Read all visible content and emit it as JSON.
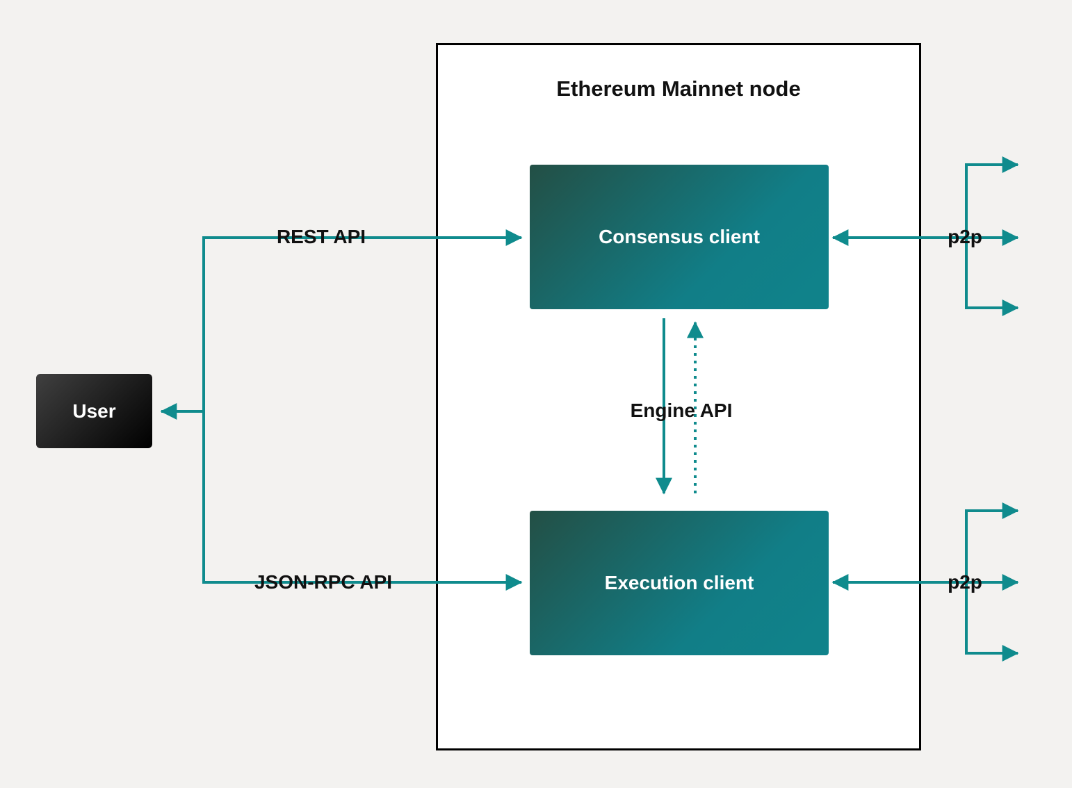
{
  "diagram": {
    "title": "Ethereum Mainnet node",
    "nodes": {
      "user": {
        "label": "User"
      },
      "consensus": {
        "label": "Consensus client"
      },
      "execution": {
        "label": "Execution client"
      }
    },
    "edges": {
      "rest_api": {
        "label": "REST API"
      },
      "json_rpc_api": {
        "label": "JSON-RPC API"
      },
      "engine_api": {
        "label": "Engine API"
      },
      "p2p_consensus": {
        "label": "p2p"
      },
      "p2p_execution": {
        "label": "p2p"
      }
    },
    "colors": {
      "line_teal": "#0f8b8d",
      "canvas_background": "#f3f2f0",
      "node_box_background": "#ffffff",
      "node_box_border": "#000000",
      "client_gradient_start": "#234f45",
      "client_gradient_end": "#10838b",
      "user_gradient_start": "#404040",
      "user_gradient_end": "#000000",
      "text_dark": "#111111",
      "text_light": "#ffffff"
    }
  }
}
